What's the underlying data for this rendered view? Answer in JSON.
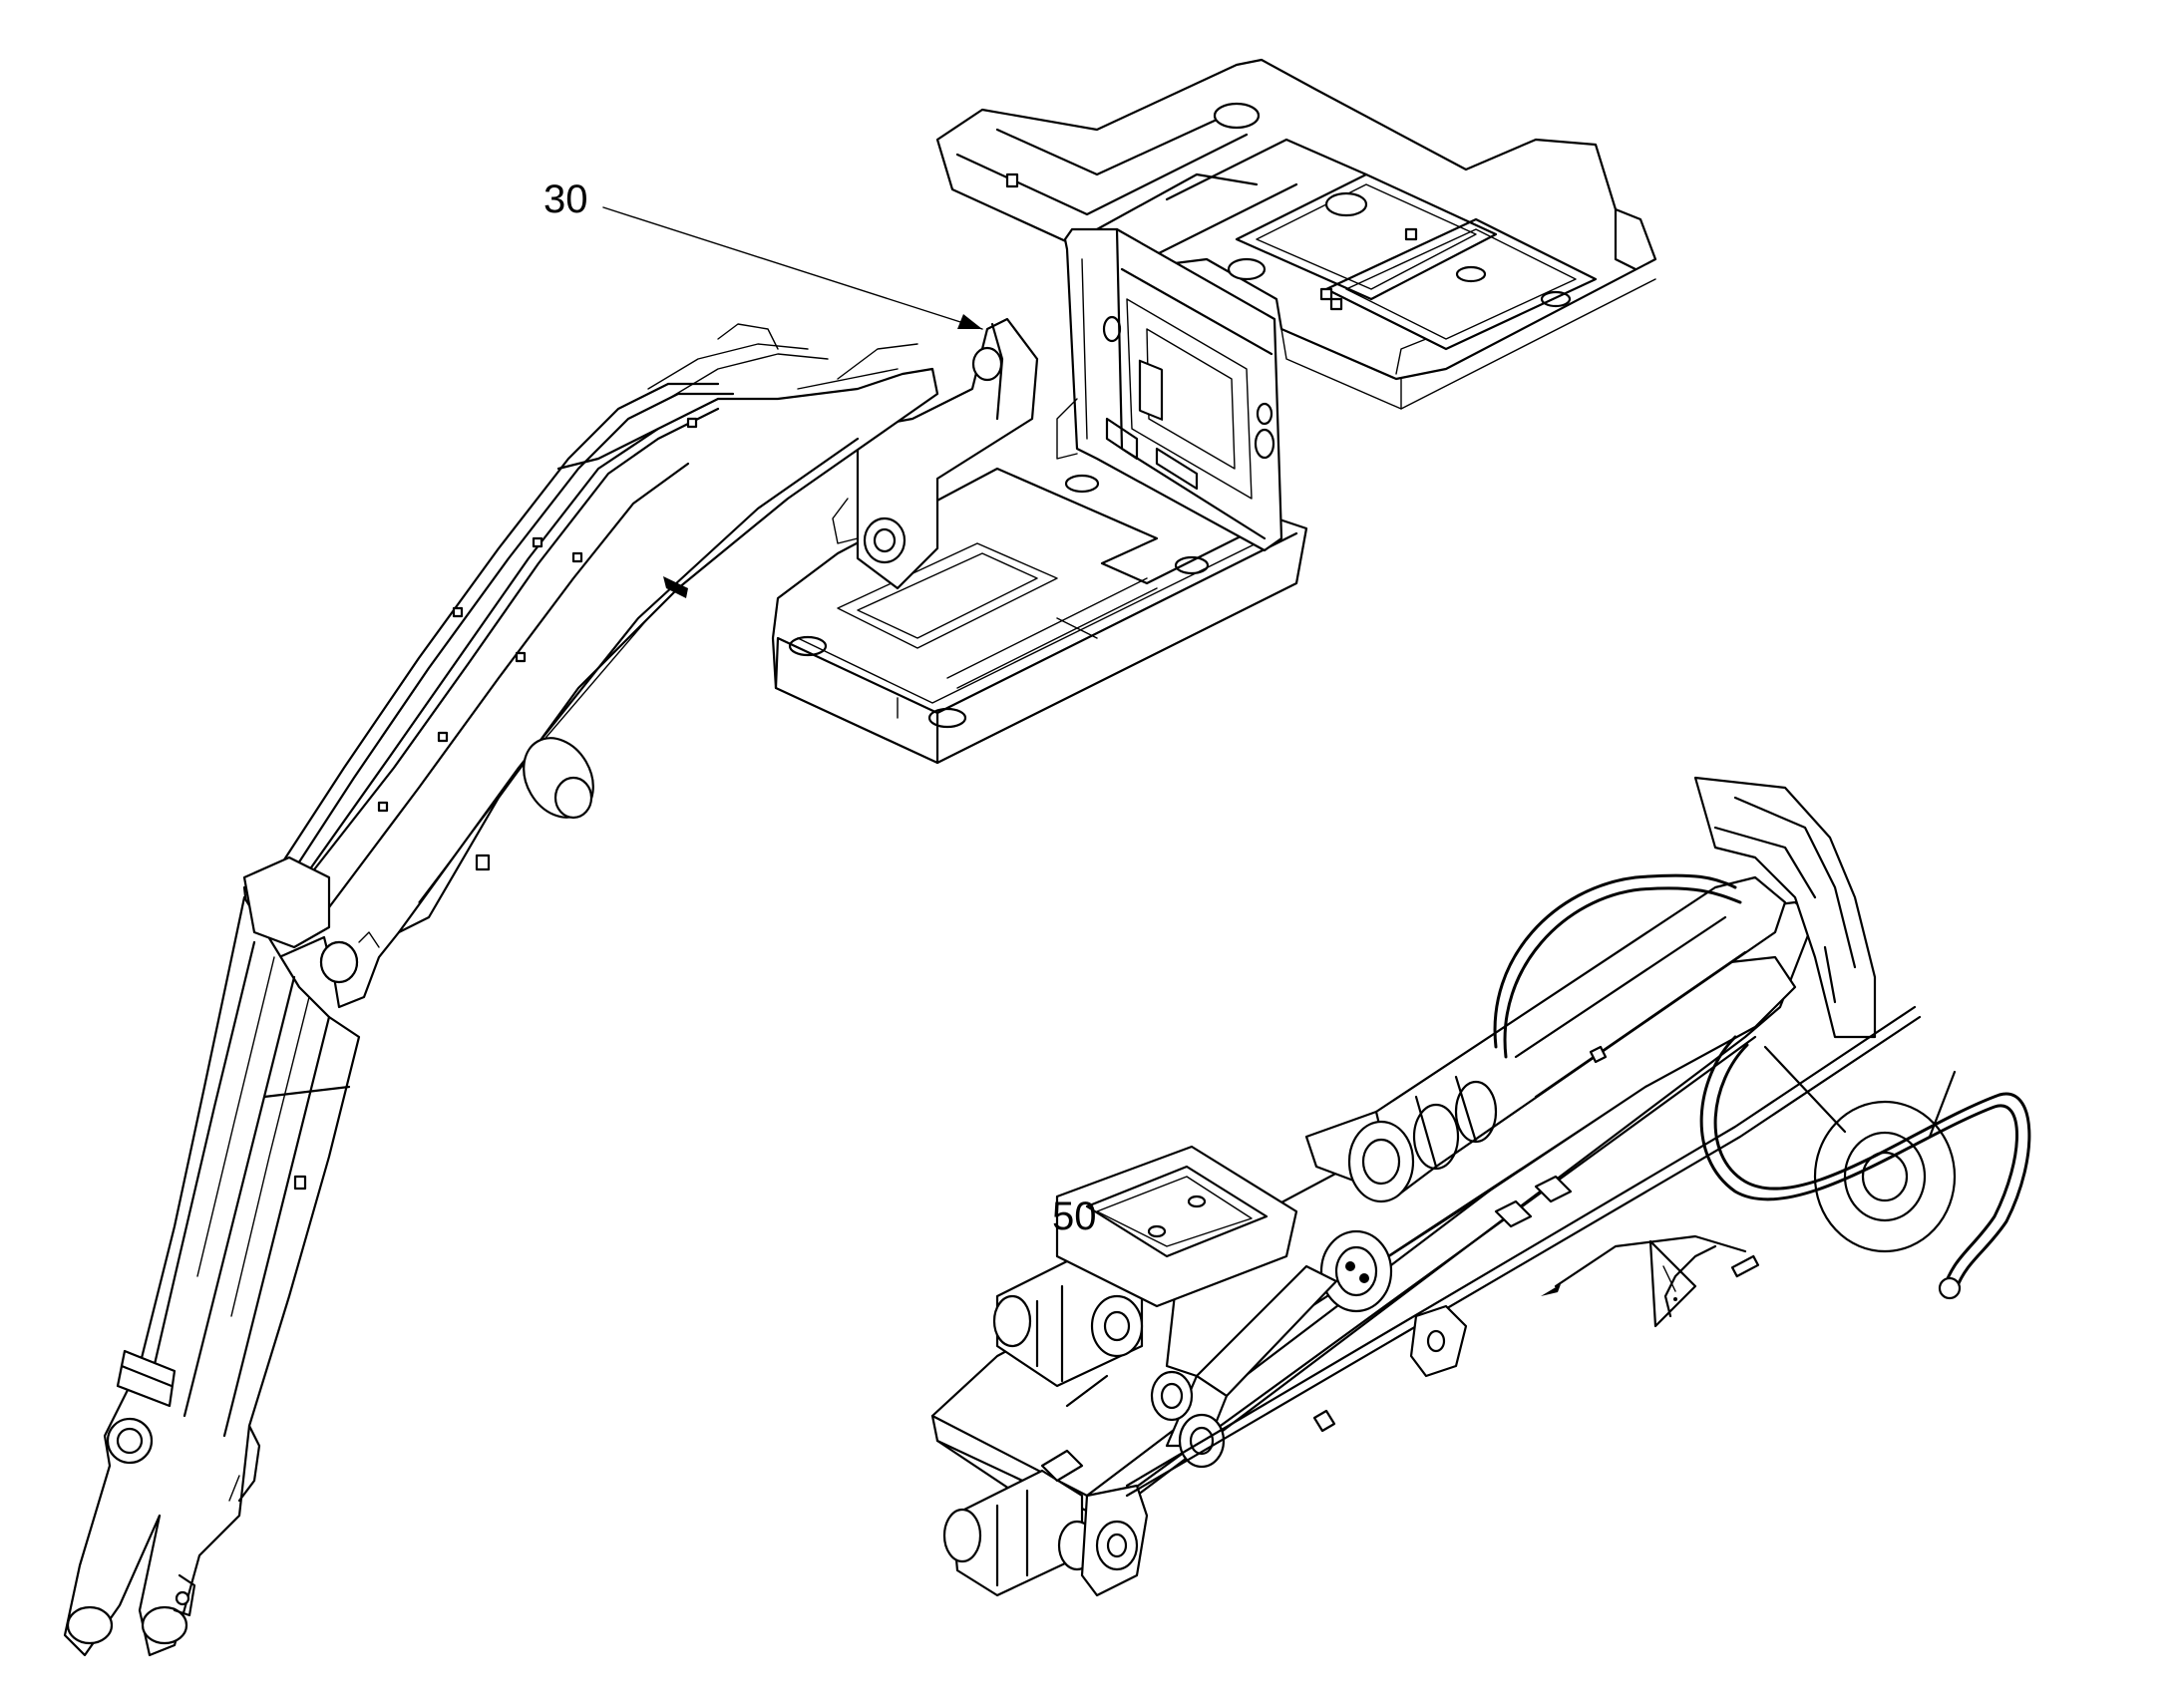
{
  "callouts": [
    {
      "id": "callout-30",
      "label": "30"
    },
    {
      "id": "callout-50",
      "label": "50"
    }
  ],
  "colors": {
    "line": "#000000",
    "background": "#ffffff"
  }
}
